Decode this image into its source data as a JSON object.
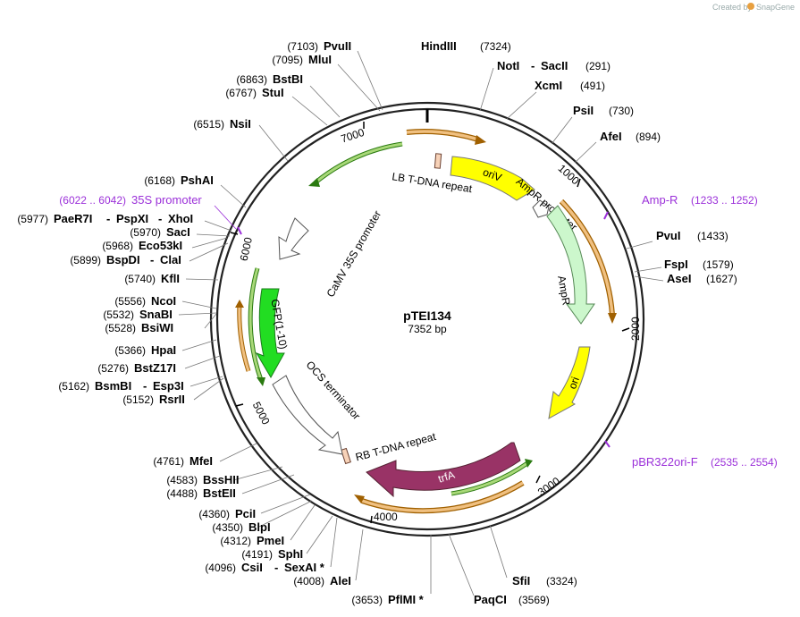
{
  "brand": {
    "created_by": "Created by",
    "name": "SnapGene"
  },
  "plasmid": {
    "name": "pTEI134",
    "size_label": "7352 bp",
    "length": 7352
  },
  "tick_labels": [
    "1000",
    "2000",
    "3000",
    "4000",
    "5000",
    "6000",
    "7000"
  ],
  "restriction_sites": [
    {
      "id": "pvuii",
      "pos": "(7103)",
      "name": "PvuII"
    },
    {
      "id": "mlui",
      "pos": "(7095)",
      "name": "MluI"
    },
    {
      "id": "bstbi",
      "pos": "(6863)",
      "name": "BstBI"
    },
    {
      "id": "stui",
      "pos": "(6767)",
      "name": "StuI"
    },
    {
      "id": "nsii",
      "pos": "(6515)",
      "name": "NsiI"
    },
    {
      "id": "pshai",
      "pos": "(6168)",
      "name": "PshAI"
    },
    {
      "id": "paer7i",
      "pos": "(5977)",
      "name": "PaeR7I",
      "extra": [
        "PspXI",
        "XhoI"
      ]
    },
    {
      "id": "saci",
      "pos": "(5970)",
      "name": "SacI"
    },
    {
      "id": "eco53ki",
      "pos": "(5968)",
      "name": "Eco53kI"
    },
    {
      "id": "bspdi",
      "pos": "(5899)",
      "name": "BspDI",
      "extra": [
        "ClaI"
      ]
    },
    {
      "id": "kfli",
      "pos": "(5740)",
      "name": "KflI"
    },
    {
      "id": "ncoi",
      "pos": "(5556)",
      "name": "NcoI"
    },
    {
      "id": "snabi",
      "pos": "(5532)",
      "name": "SnaBI"
    },
    {
      "id": "bsiwi",
      "pos": "(5528)",
      "name": "BsiWI"
    },
    {
      "id": "hpai",
      "pos": "(5366)",
      "name": "HpaI"
    },
    {
      "id": "bstz17i",
      "pos": "(5276)",
      "name": "BstZ17I"
    },
    {
      "id": "bsmbi",
      "pos": "(5162)",
      "name": "BsmBI",
      "extra": [
        "Esp3I"
      ]
    },
    {
      "id": "rsrii",
      "pos": "(5152)",
      "name": "RsrII"
    },
    {
      "id": "mfei",
      "pos": "(4761)",
      "name": "MfeI"
    },
    {
      "id": "bsshii",
      "pos": "(4583)",
      "name": "BssHII"
    },
    {
      "id": "bsteii",
      "pos": "(4488)",
      "name": "BstEII"
    },
    {
      "id": "pcii",
      "pos": "(4360)",
      "name": "PciI"
    },
    {
      "id": "blpi",
      "pos": "(4350)",
      "name": "BlpI"
    },
    {
      "id": "pmei",
      "pos": "(4312)",
      "name": "PmeI"
    },
    {
      "id": "sphi",
      "pos": "(4191)",
      "name": "SphI"
    },
    {
      "id": "csii",
      "pos": "(4096)",
      "name": "CsiI",
      "extra": [
        "SexAI *"
      ]
    },
    {
      "id": "alei",
      "pos": "(4008)",
      "name": "AleI"
    },
    {
      "id": "pflmi",
      "pos": "(3653)",
      "name": "PflMI *"
    },
    {
      "id": "paqci",
      "pos": "(3569)",
      "name": "PaqCI"
    },
    {
      "id": "sfii",
      "pos": "(3324)",
      "name": "SfiI"
    },
    {
      "id": "hindiii",
      "pos": "(7324)",
      "name": "HindIII"
    },
    {
      "id": "noti",
      "pos": "(291)",
      "name": "NotI",
      "extra": [
        "SacII"
      ]
    },
    {
      "id": "xcmi",
      "pos": "(491)",
      "name": "XcmI"
    },
    {
      "id": "psii",
      "pos": "(730)",
      "name": "PsiI"
    },
    {
      "id": "afei",
      "pos": "(894)",
      "name": "AfeI"
    },
    {
      "id": "pvui",
      "pos": "(1433)",
      "name": "PvuI"
    },
    {
      "id": "fspi",
      "pos": "(1579)",
      "name": "FspI"
    },
    {
      "id": "asei",
      "pos": "(1627)",
      "name": "AseI"
    }
  ],
  "primers": [
    {
      "id": "p35s",
      "name": "35S promoter",
      "pos": "(6022 .. 6042)"
    },
    {
      "id": "ampr",
      "name": "Amp-R",
      "pos": "(1233 .. 1252)"
    },
    {
      "id": "pbr",
      "name": "pBR322ori-F",
      "pos": "(2535 .. 2554)"
    }
  ],
  "features": {
    "lb": "LB T-DNA repeat",
    "oriv": "oriV",
    "ampr_promoter": "AmpR promoter",
    "ampr": "AmpR",
    "ori": "ori",
    "camv": "CaMV 35S promoter",
    "gfp": "GFP(1-10)",
    "ocs": "OCS terminator",
    "rb": "RB T-DNA repeat",
    "trfa": "trfA"
  },
  "colors": {
    "backbone": "#222222",
    "orange_orf": "#f0c080",
    "orange_orf_stroke": "#a06000",
    "green_orf": "#a8d878",
    "green_orf_stroke": "#2a7a10",
    "oriv": "#ffff00",
    "ampr": "#ccf7cc",
    "gfp": "#22dd22",
    "trfa": "#993366",
    "primer": "#9b30d9",
    "lb_rb": "#f7d2b8"
  }
}
